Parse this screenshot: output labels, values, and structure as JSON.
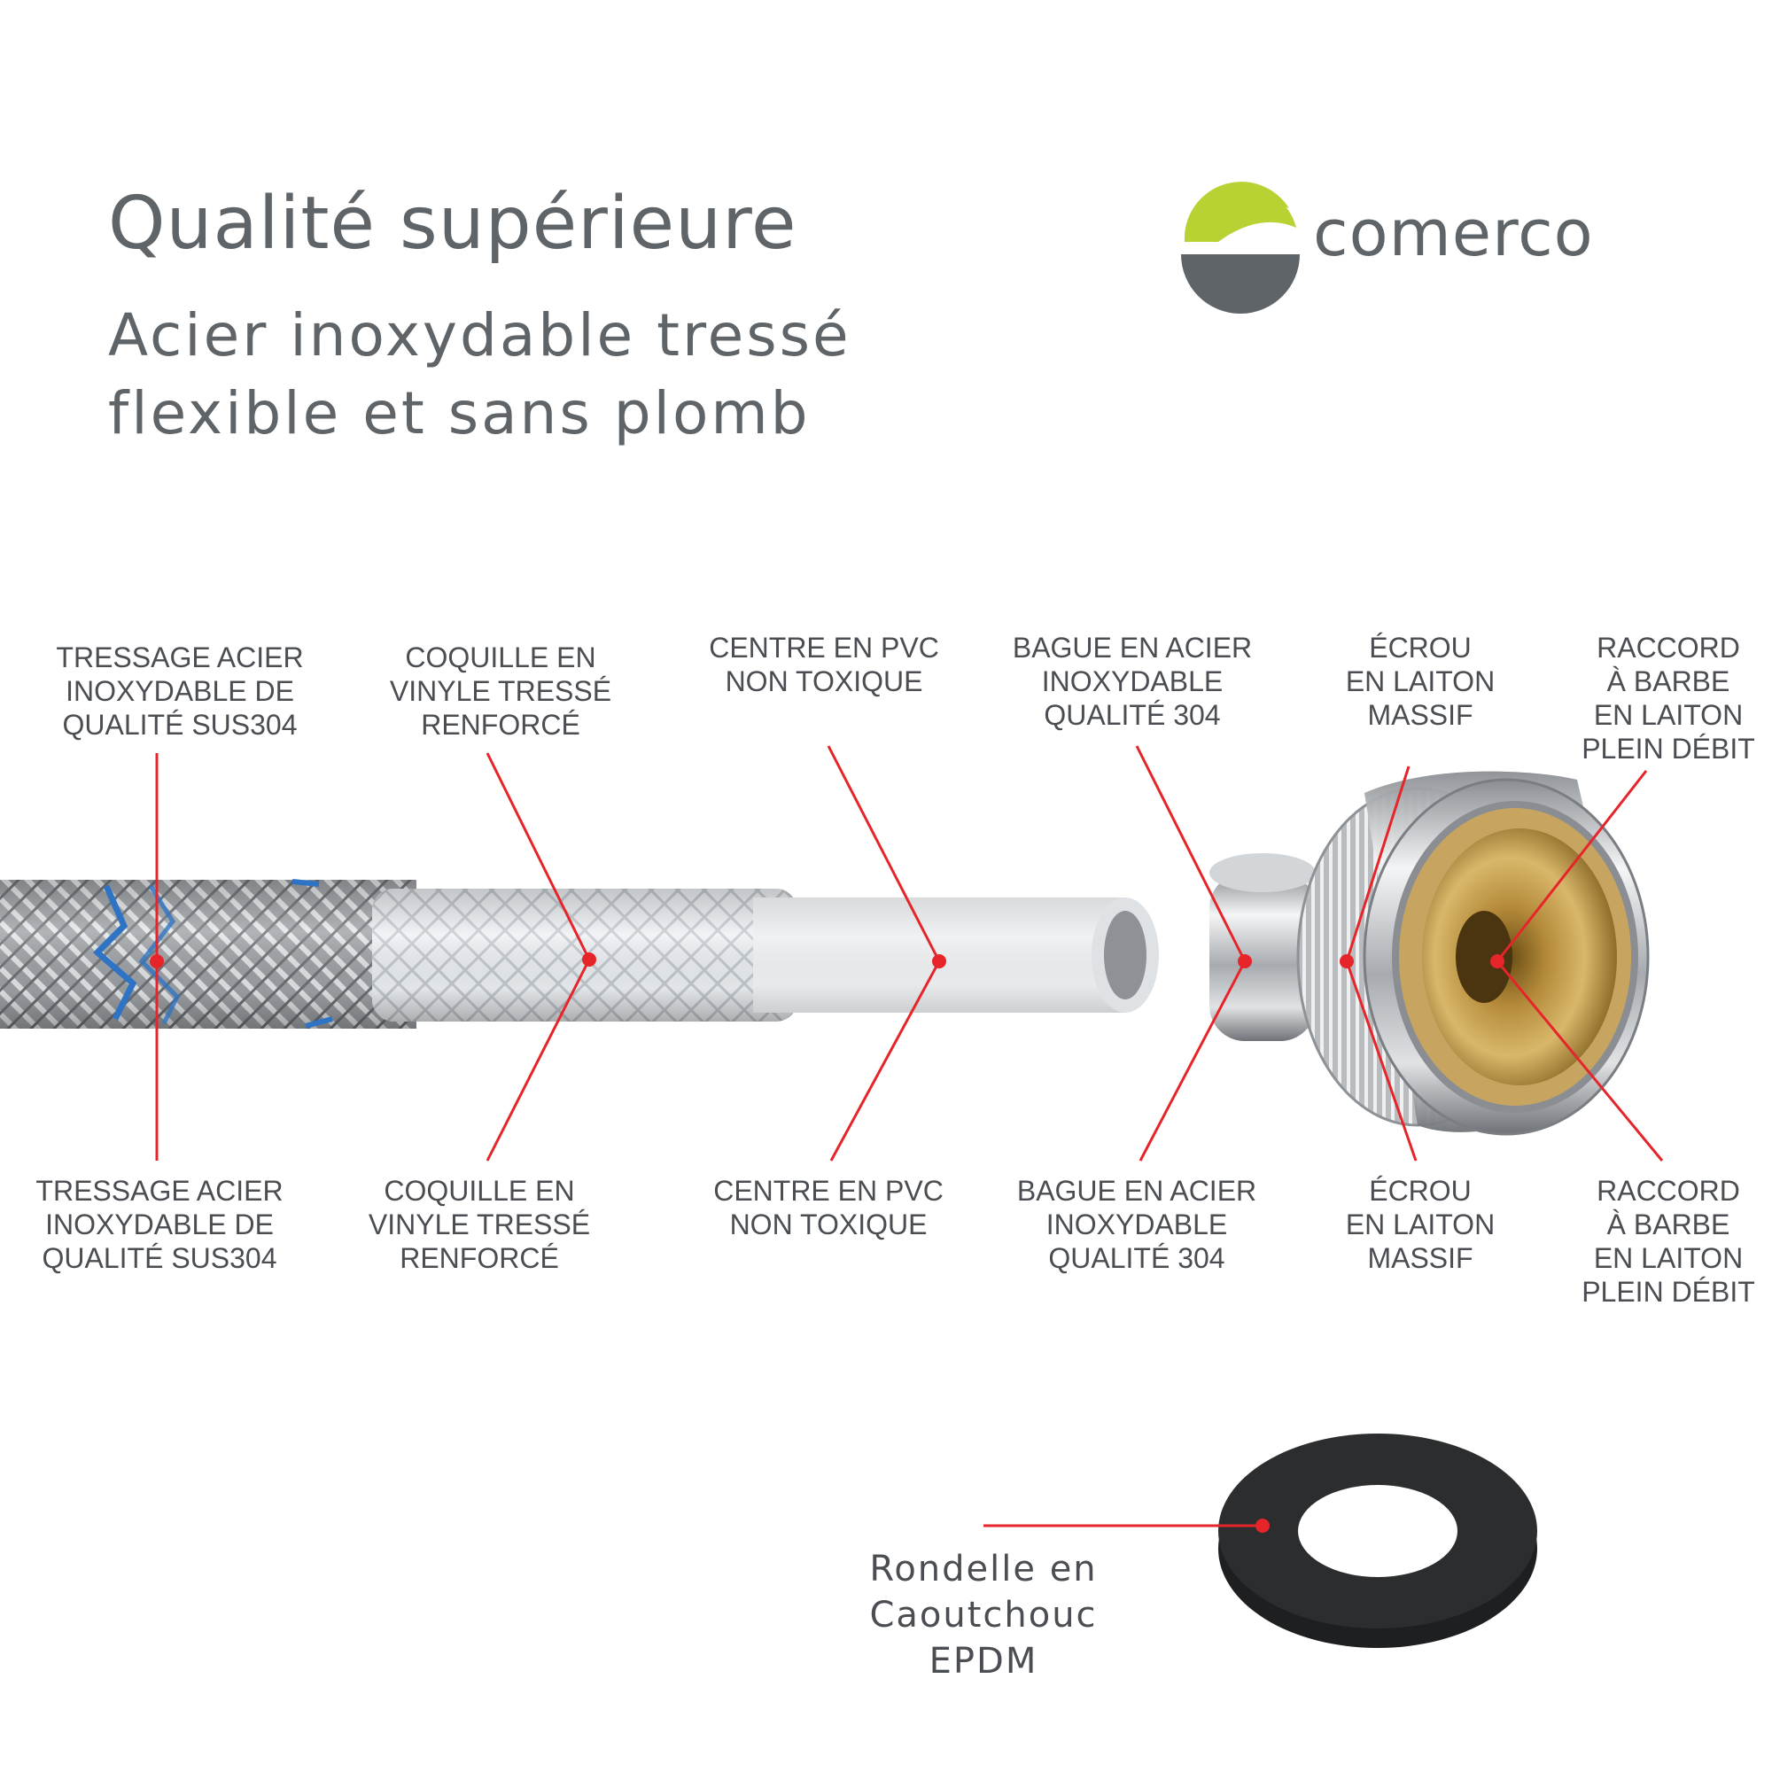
{
  "header": {
    "title": "Qualité supérieure",
    "subtitle_line1": "Acier inoxydable tressé",
    "subtitle_line2": "flexible et sans plomb"
  },
  "brand": {
    "name": "comerco",
    "green": "#b9d233",
    "gray": "#5f6468"
  },
  "accent_color": "#e5252a",
  "components": [
    {
      "id": "braid",
      "lines": [
        "TRESSAGE ACIER",
        "INOXYDABLE DE",
        "QUALITÉ SUS304"
      ]
    },
    {
      "id": "shell",
      "lines": [
        "COQUILLE EN",
        "VINYLE TRESSÉ",
        "RENFORCÉ"
      ]
    },
    {
      "id": "core",
      "lines": [
        "CENTRE EN PVC",
        "NON TOXIQUE"
      ]
    },
    {
      "id": "ring",
      "lines": [
        "BAGUE EN ACIER",
        "INOXYDABLE",
        "QUALITÉ 304"
      ]
    },
    {
      "id": "nut",
      "lines": [
        "ÉCROU",
        "EN LAITON",
        "MASSIF"
      ]
    },
    {
      "id": "barb",
      "lines": [
        "RACCORD",
        "À BARBE",
        "EN LAITON",
        "PLEIN DÉBIT"
      ]
    }
  ],
  "washer": {
    "lines": [
      "Rondelle en",
      "Caoutchouc",
      "EPDM"
    ]
  }
}
